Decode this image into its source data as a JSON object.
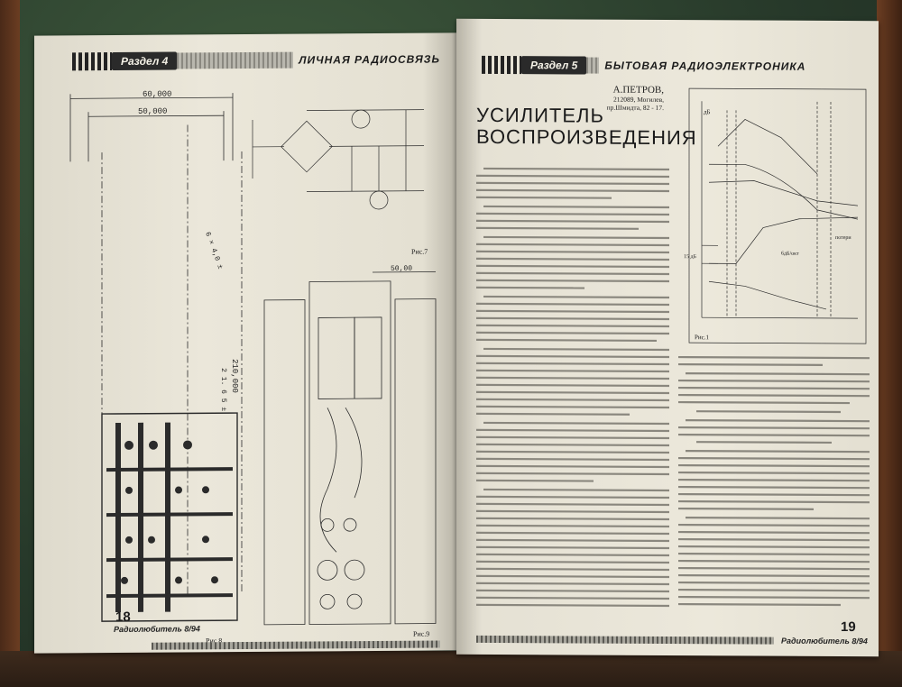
{
  "left_page": {
    "section_badge": "Раздел 4",
    "section_title": "ЛИЧНАЯ РАДИОСВЯЗЬ",
    "dims": {
      "d1": "60,000",
      "d2": "50,000",
      "d3": "50,00",
      "d4": "210,000",
      "d5": "2 1. 6 5 ±",
      "d6": "6 × 4,0 ±"
    },
    "fig_labels": {
      "fig7": "Рис.7",
      "fig8": "Рис.8",
      "fig9": "Рис.9"
    },
    "page_number": "18",
    "magazine": "Радиолюбитель 8/94"
  },
  "right_page": {
    "section_badge": "Раздел 5",
    "section_title": "БЫТОВАЯ РАДИОЭЛЕКТРОНИКА",
    "author_name": "А.ПЕТРОВ,",
    "author_addr1": "212089, Могилев,",
    "author_addr2": "пр.Шмидта, 82 - 17.",
    "article_title_line1": "УСИЛИТЕЛЬ",
    "article_title_line2": "ВОСПРОИЗВЕДЕНИЯ",
    "fig_label": "Рис.1",
    "graph_labels": {
      "db": "дБ",
      "l15": "15 дБ",
      "l6": "6дБ/окт",
      "pot": "потери"
    },
    "page_number": "19",
    "magazine": "Радиолюбитель 8/94"
  }
}
